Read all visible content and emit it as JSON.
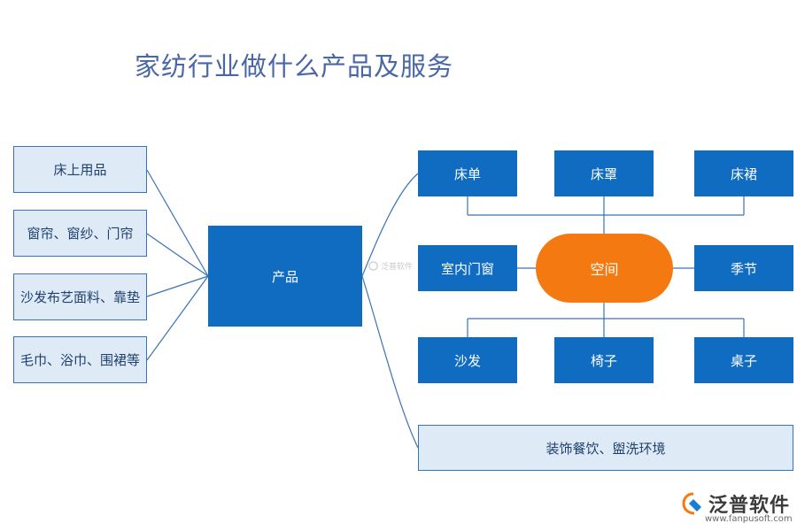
{
  "title": "家纺行业做什么产品及服务",
  "left_items": [
    "床上用品",
    "窗帘、窗纱、门帘",
    "沙发布艺面料、靠垫",
    "毛巾、浴巾、围裙等"
  ],
  "hub": "产品",
  "top_row": [
    "床单",
    "床罩",
    "床裙"
  ],
  "middle_left": "室内门窗",
  "center": "空间",
  "middle_right": "季节",
  "bottom_row": [
    "沙发",
    "椅子",
    "桌子"
  ],
  "service_box": "装饰餐饮、盥洗环境",
  "watermark_small": "泛普软件",
  "logo": {
    "name": "泛普软件",
    "url": "www.fanpusoft.com",
    "icon": "fanpu-logo-icon"
  },
  "colors": {
    "dark_box": "#0f6cc0",
    "light_box": "#deebf7",
    "center": "#f57911",
    "title": "#4a67a5"
  }
}
